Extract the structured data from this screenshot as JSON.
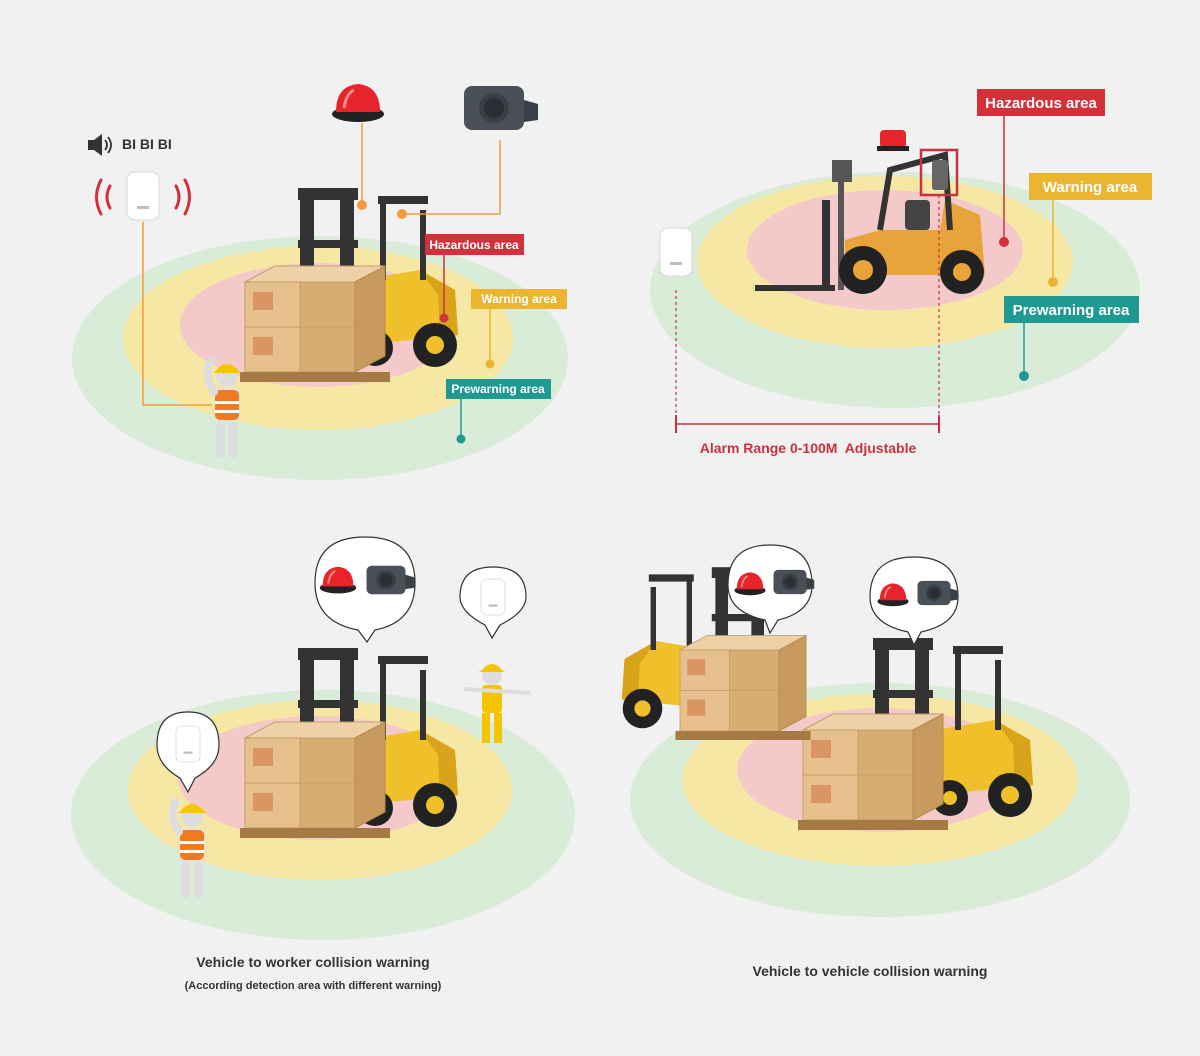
{
  "colors": {
    "hazard": "#d3303a",
    "warning": "#ecb531",
    "prewarning": "#1e9a93",
    "leader": "#f59a3b",
    "range_line": "#c8323c",
    "caption": "#333333",
    "zone_green": "#d9ecd8",
    "zone_yellow": "#f6e8a4",
    "zone_pink": "#f3c9c9"
  },
  "panel_top_left": {
    "sound_label": "BI BI BI",
    "hazard_label": "Hazardous area",
    "warning_label": "Warning area",
    "prewarning_label": "Prewarning area"
  },
  "panel_top_right": {
    "hazard_label": "Hazardous area",
    "warning_label": "Warning area",
    "prewarning_label": "Prewarning area",
    "range_label": "Alarm Range 0-100M  Adjustable"
  },
  "panel_bottom_left": {
    "caption": "Vehicle to worker collision warning",
    "subcaption": "(According detection area with different warning)"
  },
  "panel_bottom_right": {
    "caption": "Vehicle to vehicle collision warning"
  },
  "icons": [
    "speaker-icon",
    "signal-waves-icon",
    "alarm-beacon-icon",
    "buzzer-icon",
    "wearable-tag-icon",
    "forklift-icon",
    "cardboard-box-icon",
    "worker-icon",
    "speech-bubble-icon"
  ]
}
